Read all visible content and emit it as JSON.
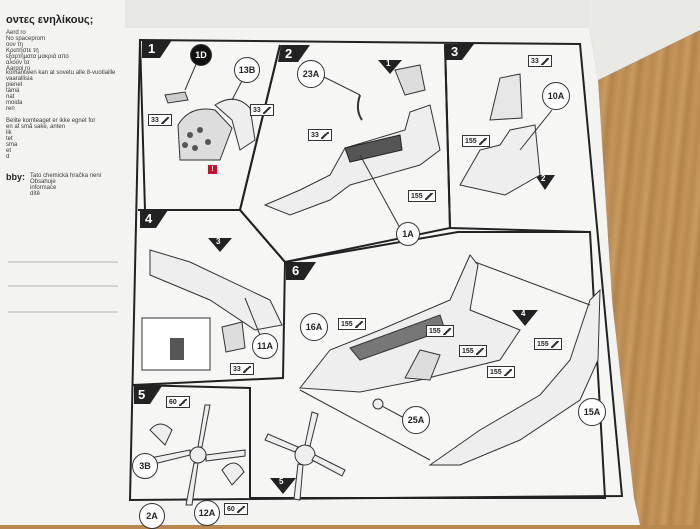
{
  "header": {
    "greek_title": "οντες ενηλίκους;"
  },
  "left_column": {
    "lines_a": [
      "Aerd ro",
      "No spaceprom",
      "ουν τη",
      "Κρατήστε τη",
      "εξαρτήματα μακριά απο",
      "αλούν τα",
      "Aarpoi ro"
    ],
    "lines_b": [
      "komantwen kan at sovetu alle 8-vuotiaille",
      "vaarallisia",
      "pienet",
      "tämä",
      "nat",
      "moida",
      "ren"
    ],
    "lines_c": [
      "Belite komteaget er ikke egnet for",
      "en af små sake, anten",
      "lik",
      "tet",
      "sma",
      "et",
      "d"
    ],
    "heading": "bby:",
    "lines_d": [
      "Tato chemická hračka není",
      "Obsahuje",
      "informace",
      "dítě"
    ]
  },
  "steps": [
    {
      "number": "1",
      "callouts": [
        "1D",
        "13B"
      ],
      "paints": [
        "33",
        "33"
      ],
      "warning": "!"
    },
    {
      "number": "2",
      "callouts": [
        "23A",
        "1A"
      ],
      "paints": [
        "33",
        "155"
      ],
      "subref": "1"
    },
    {
      "number": "3",
      "callouts": [
        "10A"
      ],
      "paints": [
        "33",
        "155"
      ],
      "subref": "2"
    },
    {
      "number": "4",
      "callouts": [
        "11A"
      ],
      "paints": [
        "33"
      ],
      "subref": "3"
    },
    {
      "number": "5",
      "callouts": [
        "3B",
        "2A",
        "12A"
      ],
      "paints": [
        "60",
        "60"
      ]
    },
    {
      "number": "6",
      "callouts": [
        "16A",
        "25A",
        "15A"
      ],
      "paints": [
        "155",
        "155",
        "155",
        "155",
        "155"
      ],
      "subrefs": [
        "4",
        "5"
      ]
    }
  ]
}
